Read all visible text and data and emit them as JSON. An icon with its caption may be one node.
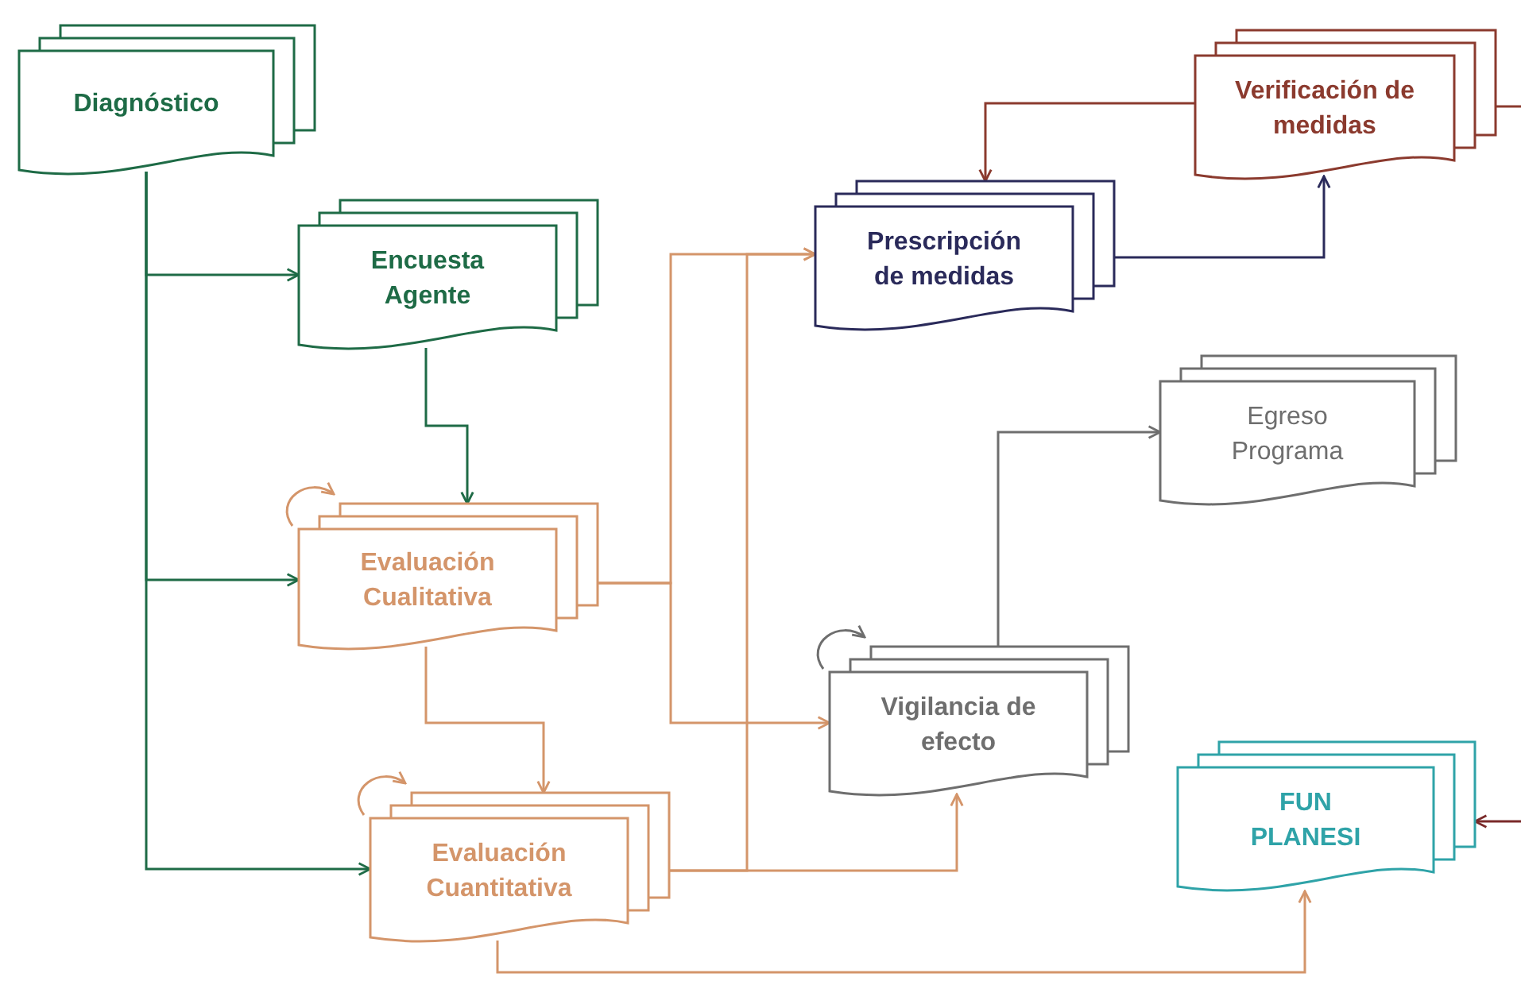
{
  "diagram": {
    "nodes": [
      {
        "text": [
          "Diagnóstico"
        ]
      },
      {
        "text": [
          "Encuesta Agente"
        ]
      },
      {
        "text": [
          "Verificación de medidas"
        ]
      },
      {
        "text": [
          "Prescripción de medidas"
        ]
      },
      {
        "text": [
          "Egreso Programa"
        ]
      },
      {
        "text": [
          "Evaluación Cualitativa"
        ]
      },
      {
        "text": [
          "Vigilancia de efecto"
        ]
      },
      {
        "text": [
          "Evaluación Cuantitativa"
        ]
      },
      {
        "text": [
          "FUN PLANESI"
        ]
      }
    ],
    "edges": [
      {
        "from": 0,
        "to": 1,
        "arrow": "to",
        "color": "#1e6b46"
      },
      {
        "from": 0,
        "to": 5,
        "arrow": "to",
        "color": "#1e6b46"
      },
      {
        "from": 0,
        "to": 7,
        "arrow": "to",
        "color": "#1e6b46"
      },
      {
        "from": 1,
        "to": 5,
        "arrow": "to",
        "color": "#1e6b46"
      },
      {
        "from": 5,
        "to": 3,
        "arrow": "to"
      },
      {
        "from": 5,
        "to": 6,
        "arrow": "to"
      },
      {
        "from": 5,
        "to": 7,
        "arrow": "to"
      },
      {
        "from": 7,
        "to": 3,
        "arrow": "to"
      },
      {
        "from": 7,
        "to": 6,
        "arrow": "to"
      },
      {
        "from": 7,
        "to": 8,
        "arrow": "to"
      },
      {
        "from": 6,
        "to": 4,
        "arrow": "to",
        "color": "#6e6e6e"
      },
      {
        "from": 3,
        "to": 2,
        "arrow": "to",
        "color": "#2a2a5a"
      },
      {
        "from": 2,
        "to": 3,
        "arrow": "to",
        "color": "#8b3a2e"
      },
      {
        "from": 2,
        "to": null,
        "arrow": "none",
        "color": "#8b3a2e"
      },
      {
        "from": null,
        "to": 8,
        "arrow": "to",
        "color": "#7a2a2a"
      },
      {
        "from": 5,
        "to": 5,
        "arrow": "to"
      },
      {
        "from": 7,
        "to": 7,
        "arrow": "to"
      },
      {
        "from": 6,
        "to": 6,
        "arrow": "to",
        "color": "#6e6e6e"
      }
    ]
  }
}
